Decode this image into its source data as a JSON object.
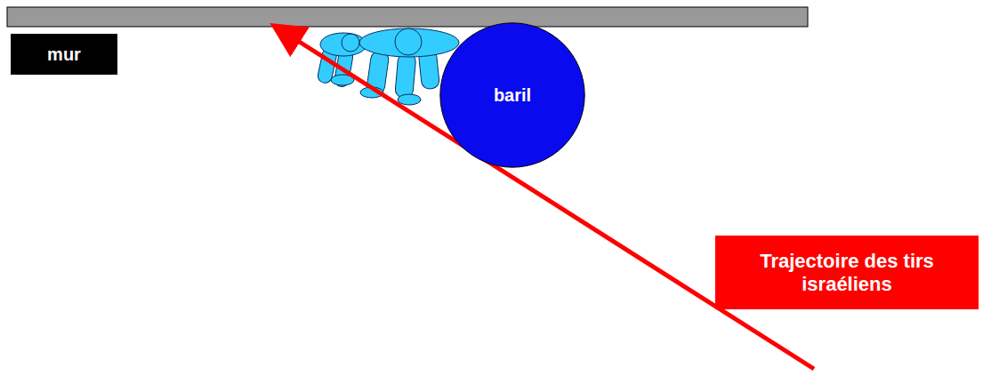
{
  "diagram": {
    "nodes": [
      {
        "text": [
          "mur"
        ]
      },
      {
        "text": [
          "baril"
        ]
      },
      {
        "text": [
          "Trajectoire des tirs israéliens"
        ]
      }
    ]
  }
}
